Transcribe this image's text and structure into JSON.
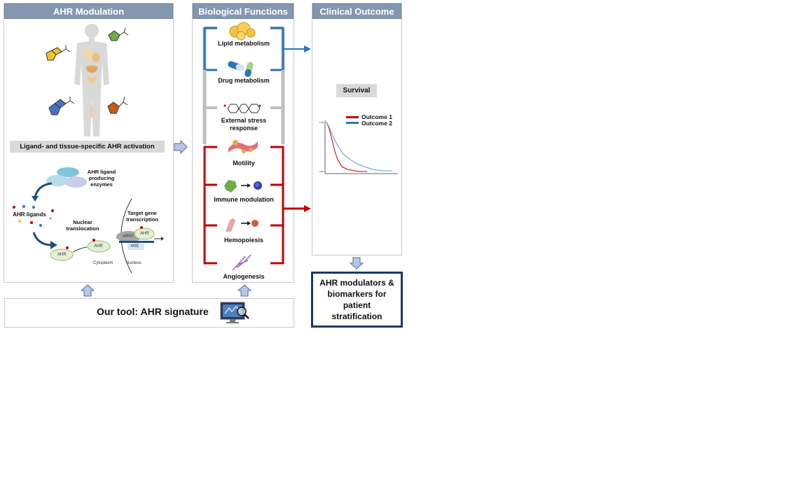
{
  "panels": {
    "modulation": {
      "title": "AHR Modulation"
    },
    "functions": {
      "title": "Biological Functions"
    },
    "outcome": {
      "title": "Clinical Outcome"
    }
  },
  "modulation": {
    "activation_label": "Ligand- and tissue-specific AHR activation",
    "enzymes_label": "AHR ligand\nproducing\nenzymes",
    "ligands_label": "AHR ligands",
    "nuclear_label": "Nuclear\ntranslocation",
    "target_label": "Target gene\ntranscription",
    "ahr": "AHR",
    "arnt": "ARNT",
    "xre": "XRE",
    "cytoplasm": "Cytoplasm",
    "nucleus": "Nucleus"
  },
  "functions": [
    {
      "label": "Lipid metabolism",
      "group": "blue"
    },
    {
      "label": "Drug metabolism",
      "group": "blue"
    },
    {
      "label": "External stress\nresponse",
      "group": "gray"
    },
    {
      "label": "Motility",
      "group": "red"
    },
    {
      "label": "Immune modulation",
      "group": "red"
    },
    {
      "label": "Hemopoiesis",
      "group": "red"
    },
    {
      "label": "Angiogenesis",
      "group": "none"
    }
  ],
  "outcome": {
    "survival_label": "Survival",
    "legend": [
      "Outcome 1",
      "Outcome 2"
    ]
  },
  "tool": {
    "label": "Our tool: AHR signature"
  },
  "result": {
    "label": "AHR modulators &\nbiomarkers for\npatient\nstratification"
  },
  "colors": {
    "header": "#8497b0",
    "blue": "#2e75b6",
    "red": "#c00000",
    "gray_bracket": "#bfbfbf",
    "navy": "#1f3864",
    "arrow_fill": "#b4c7e7"
  }
}
